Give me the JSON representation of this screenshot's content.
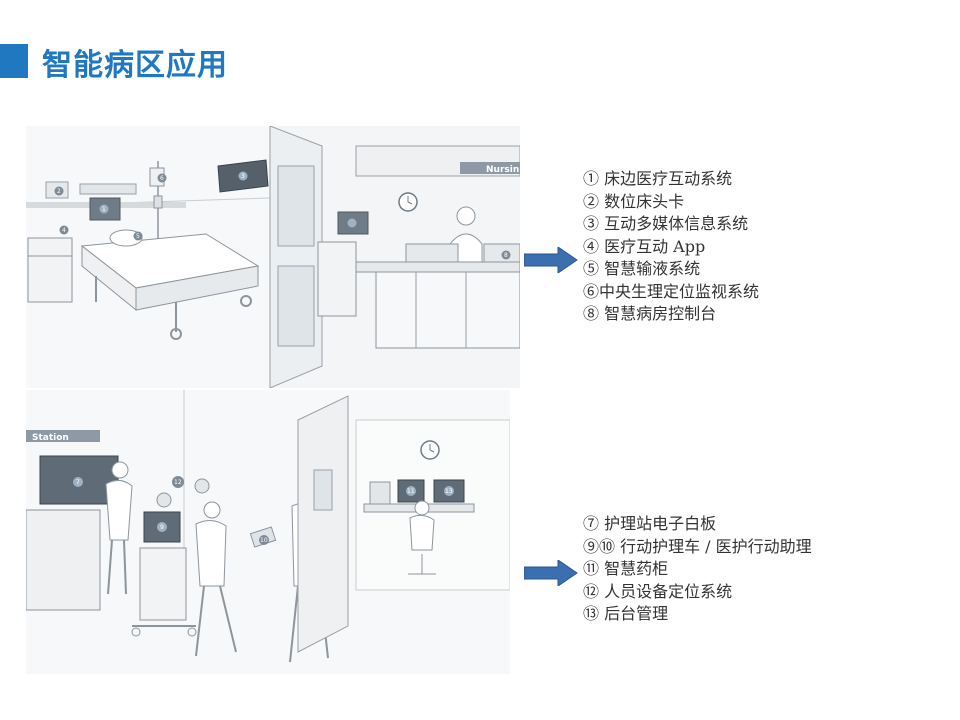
{
  "page": {
    "title": "智能病区应用",
    "accent_color": "#1f78c0",
    "arrow_color": "#3b6fb0"
  },
  "top_scene": {
    "sign_text": "Nursin",
    "legend": [
      "① 床边医疗互动系统",
      "② 数位床头卡",
      "③ 互动多媒体信息系统",
      "④ 医疗互动 App",
      "⑤ 智慧输液系统",
      "⑥中央生理定位监视系统",
      "⑧ 智慧病房控制台"
    ]
  },
  "bottom_scene": {
    "sign_text": "Station",
    "legend": [
      "⑦  护理站电子白板",
      "⑨⑩ 行动护理车 / 医护行动助理",
      "⑪ 智慧药柜",
      "⑫ 人员设备定位系统",
      "⑬ 后台管理"
    ]
  },
  "badges_top": [
    "1",
    "2",
    "3",
    "4",
    "5",
    "6",
    "8"
  ],
  "badges_bottom": [
    "7",
    "9",
    "10",
    "11",
    "12",
    "13"
  ]
}
